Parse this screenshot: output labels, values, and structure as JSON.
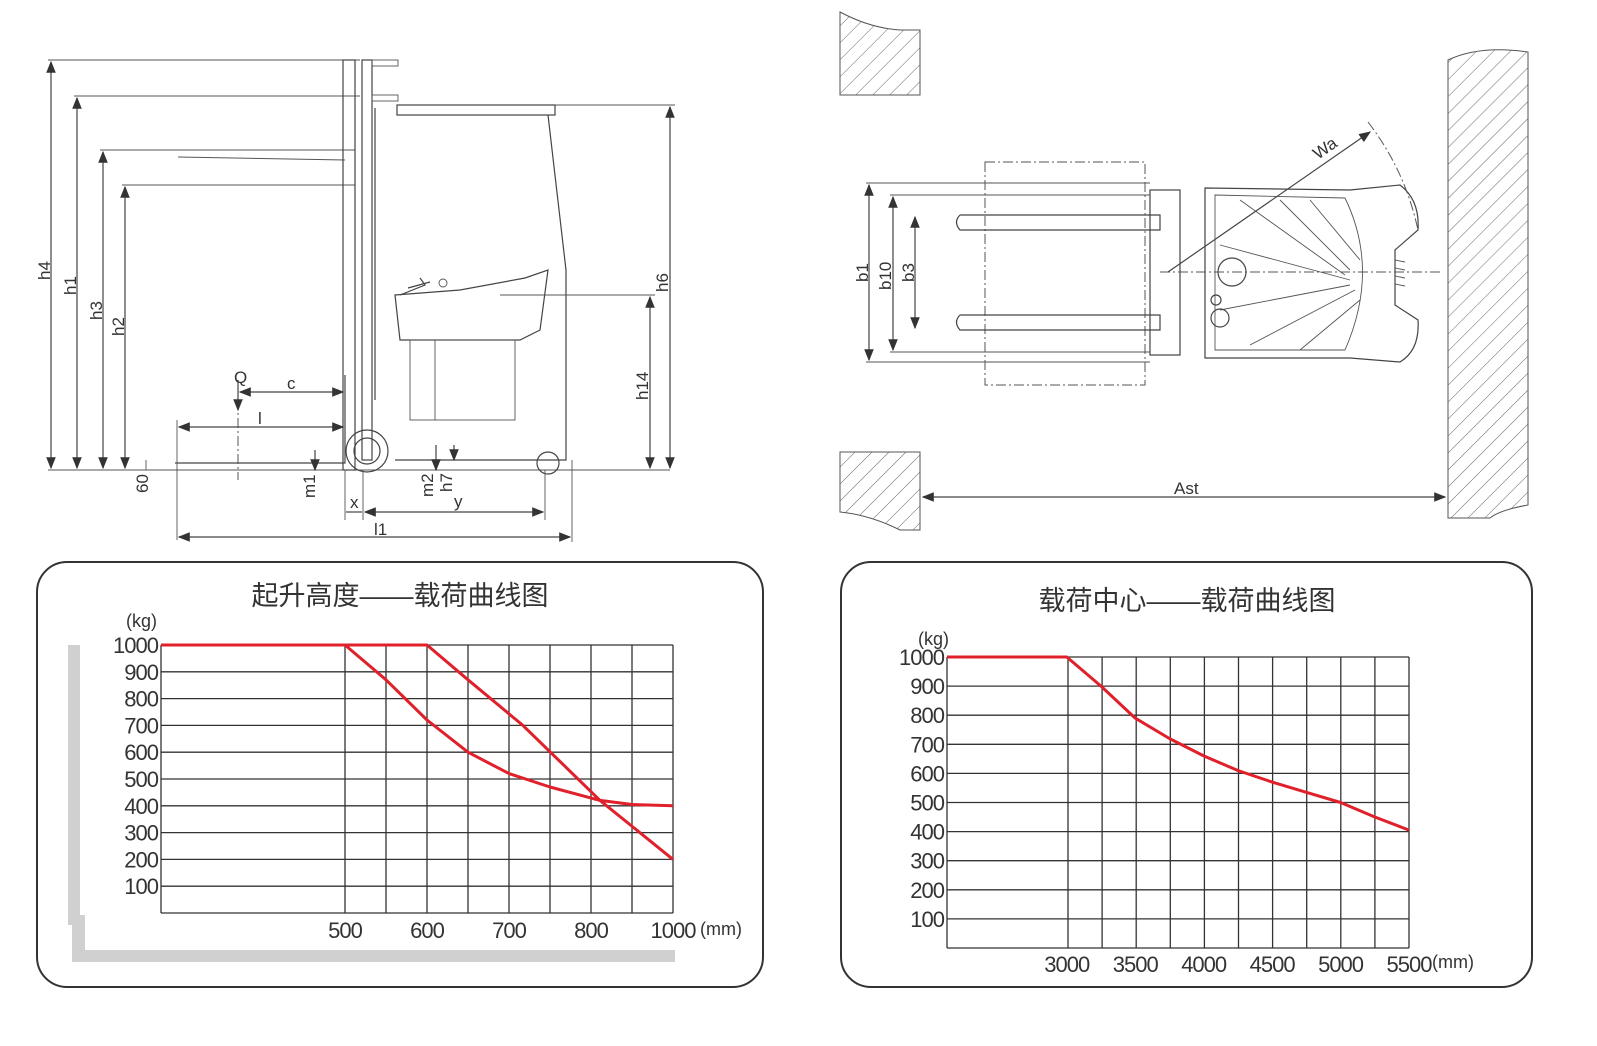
{
  "side_view": {
    "labels": {
      "h4": "h4",
      "h1": "h1",
      "h3": "h3",
      "h2": "h2",
      "h6": "h6",
      "h14": "h14",
      "Q": "Q",
      "c": "c",
      "l": "l",
      "sixty": "60",
      "m1": "m1",
      "m2": "m2",
      "h7": "h7",
      "x": "x",
      "y": "y",
      "l1": "l1"
    }
  },
  "top_view": {
    "labels": {
      "b1": "b1",
      "b10": "b10",
      "b3": "b3",
      "Wa": "Wa",
      "Ast": "Ast"
    }
  },
  "chart_data": [
    {
      "type": "line",
      "title": "起升高度——载荷曲线图",
      "ylabel": "(kg)",
      "xlabel": "(mm)",
      "ylim": [
        0,
        1000
      ],
      "yticks": [
        "1000",
        "900",
        "800",
        "700",
        "600",
        "500",
        "400",
        "300",
        "200",
        "100"
      ],
      "xticks": [
        "500",
        "600",
        "700",
        "800",
        "1000"
      ],
      "grid": true,
      "series": [
        {
          "name": "curve-a",
          "color": "#e0202a",
          "x": [
            275,
            600,
            650,
            717,
            822,
            1000
          ],
          "y": [
            1000,
            1000,
            870,
            700,
            420,
            200
          ]
        },
        {
          "name": "curve-b",
          "color": "#e0202a",
          "x": [
            500,
            550,
            600,
            650,
            700,
            750,
            822,
            900,
            1000
          ],
          "y": [
            1000,
            870,
            720,
            600,
            520,
            470,
            420,
            405,
            400
          ]
        }
      ]
    },
    {
      "type": "line",
      "title": "载荷中心——载荷曲线图",
      "ylabel": "(kg)",
      "xlabel": "(mm)",
      "xlim": [
        2125,
        5500
      ],
      "ylim": [
        0,
        1000
      ],
      "yticks": [
        "1000",
        "900",
        "800",
        "700",
        "600",
        "500",
        "400",
        "300",
        "200",
        "100"
      ],
      "xticks": [
        "3000",
        "3500",
        "4000",
        "4500",
        "5000",
        "5500"
      ],
      "grid": true,
      "series": [
        {
          "name": "curve",
          "color": "#e0202a",
          "x": [
            2125,
            3000,
            3250,
            3500,
            3750,
            4000,
            4250,
            4500,
            4750,
            5000,
            5250,
            5500
          ],
          "y": [
            1000,
            1000,
            900,
            790,
            720,
            660,
            610,
            570,
            535,
            500,
            450,
            405
          ]
        }
      ]
    }
  ]
}
